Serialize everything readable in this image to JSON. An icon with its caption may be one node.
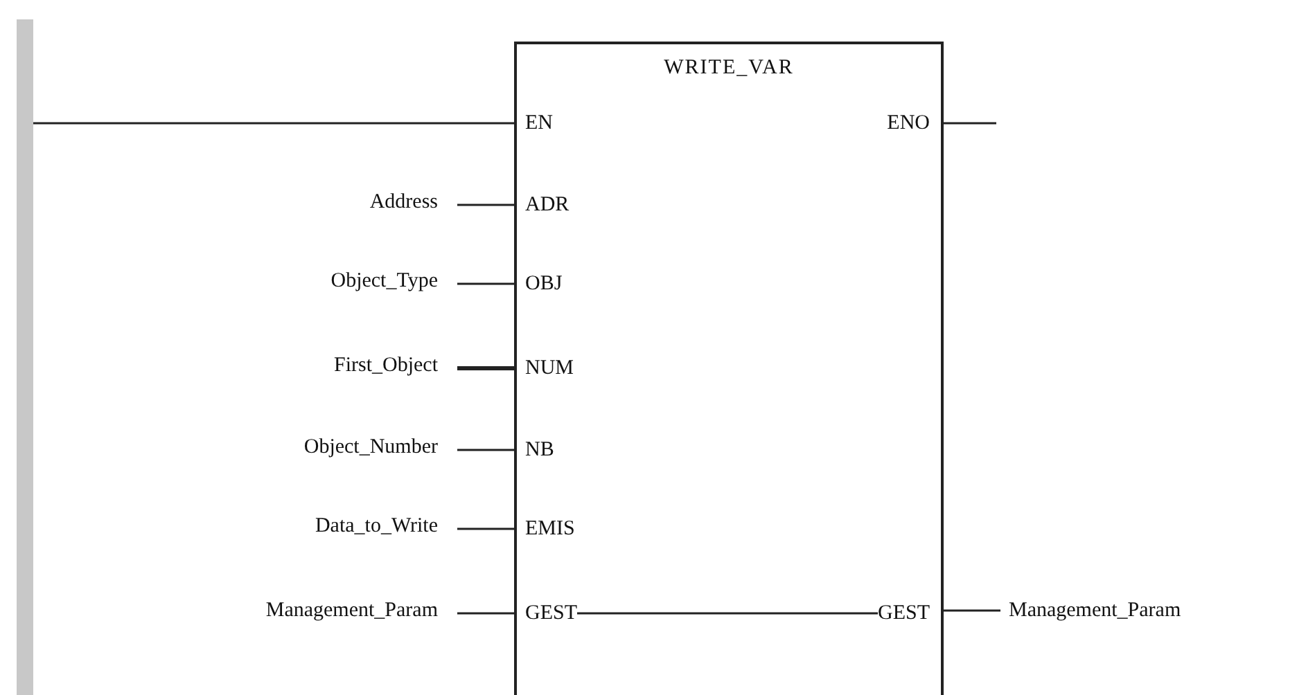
{
  "diagram": {
    "nodes": [
      {
        "text": [],
        "shape": "bar"
      },
      {
        "text": [
          "WRITE_VAR"
        ]
      },
      {
        "text": [
          "EN"
        ],
        "in": 1
      },
      {
        "text": [
          "ENO"
        ],
        "in": 1
      },
      {
        "text": [
          "Address"
        ]
      },
      {
        "text": [
          "ADR"
        ],
        "in": 1
      },
      {
        "text": [
          "Object_Type"
        ]
      },
      {
        "text": [
          "OBJ"
        ],
        "in": 1
      },
      {
        "text": [
          "First_Object"
        ]
      },
      {
        "text": [
          "NUM"
        ],
        "in": 1
      },
      {
        "text": [
          "Object_Number"
        ]
      },
      {
        "text": [
          "NB"
        ],
        "in": 1
      },
      {
        "text": [
          "Data_to_Write"
        ]
      },
      {
        "text": [
          "EMIS"
        ],
        "in": 1
      },
      {
        "text": [
          "Management_Param"
        ]
      },
      {
        "text": [
          "GEST"
        ],
        "in": 1
      },
      {
        "text": [
          "GEST"
        ],
        "in": 1
      },
      {
        "text": [
          "Management_Param"
        ]
      }
    ],
    "edges": [
      {
        "from": 0,
        "to": 2,
        "arrow": "none"
      },
      {
        "from": 3,
        "to": null,
        "arrow": "none"
      },
      {
        "from": 4,
        "to": 5,
        "arrow": "none"
      },
      {
        "from": 6,
        "to": 7,
        "arrow": "none"
      },
      {
        "from": 8,
        "to": 9,
        "arrow": "none",
        "style": "thick"
      },
      {
        "from": 10,
        "to": 11,
        "arrow": "none"
      },
      {
        "from": 12,
        "to": 13,
        "arrow": "none"
      },
      {
        "from": 14,
        "to": 15,
        "arrow": "none"
      },
      {
        "from": 15,
        "to": 16,
        "arrow": "none"
      },
      {
        "from": 16,
        "to": 17,
        "arrow": "none"
      }
    ]
  }
}
